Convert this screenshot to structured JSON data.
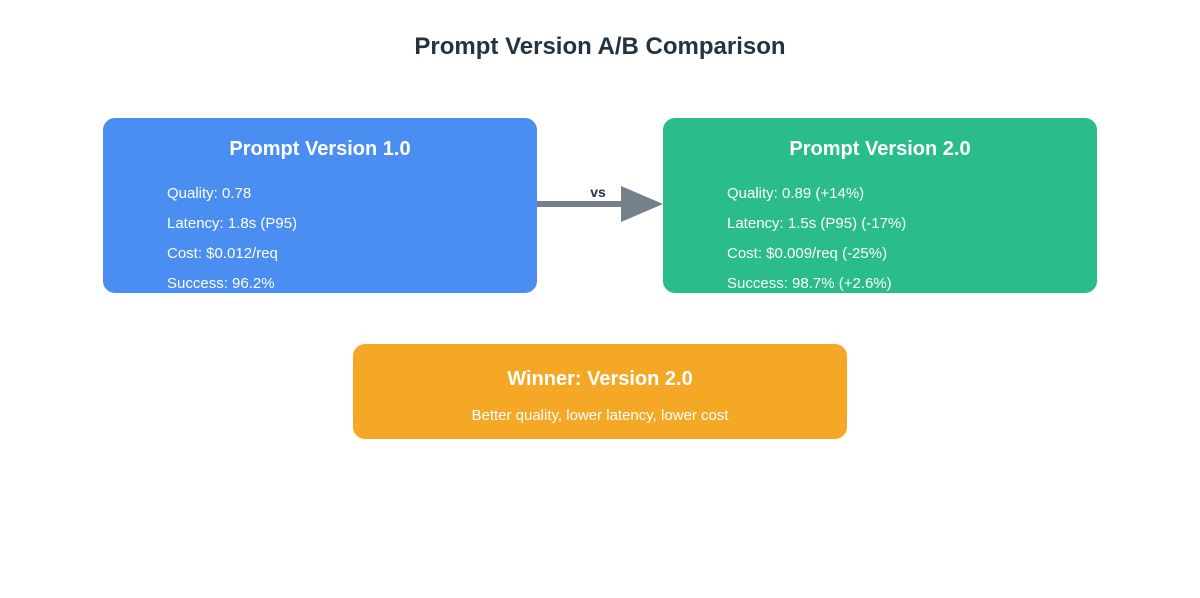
{
  "title": "Prompt Version A/B Comparison",
  "cards": [
    {
      "title": "Prompt Version 1.0",
      "metrics": [
        "Quality: 0.78",
        "Latency: 1.8s (P95)",
        "Cost: $0.012/req",
        "Success: 96.2%"
      ]
    },
    {
      "title": "Prompt Version 2.0",
      "metrics": [
        "Quality: 0.89 (+14%)",
        "Latency: 1.5s (P95) (-17%)",
        "Cost: $0.009/req (-25%)",
        "Success: 98.7% (+2.6%)"
      ]
    }
  ],
  "arrow": {
    "label": "vs"
  },
  "winner": {
    "title": "Winner: Version 2.0",
    "subtitle": "Better quality, lower latency, lower cost"
  },
  "colors": {
    "version_a_blue": "#4a8ef2",
    "version_b_green": "#2abc8a",
    "winner_orange": "#f4a826",
    "arrow_gray": "#75808d",
    "heading_navy": "#243342"
  }
}
